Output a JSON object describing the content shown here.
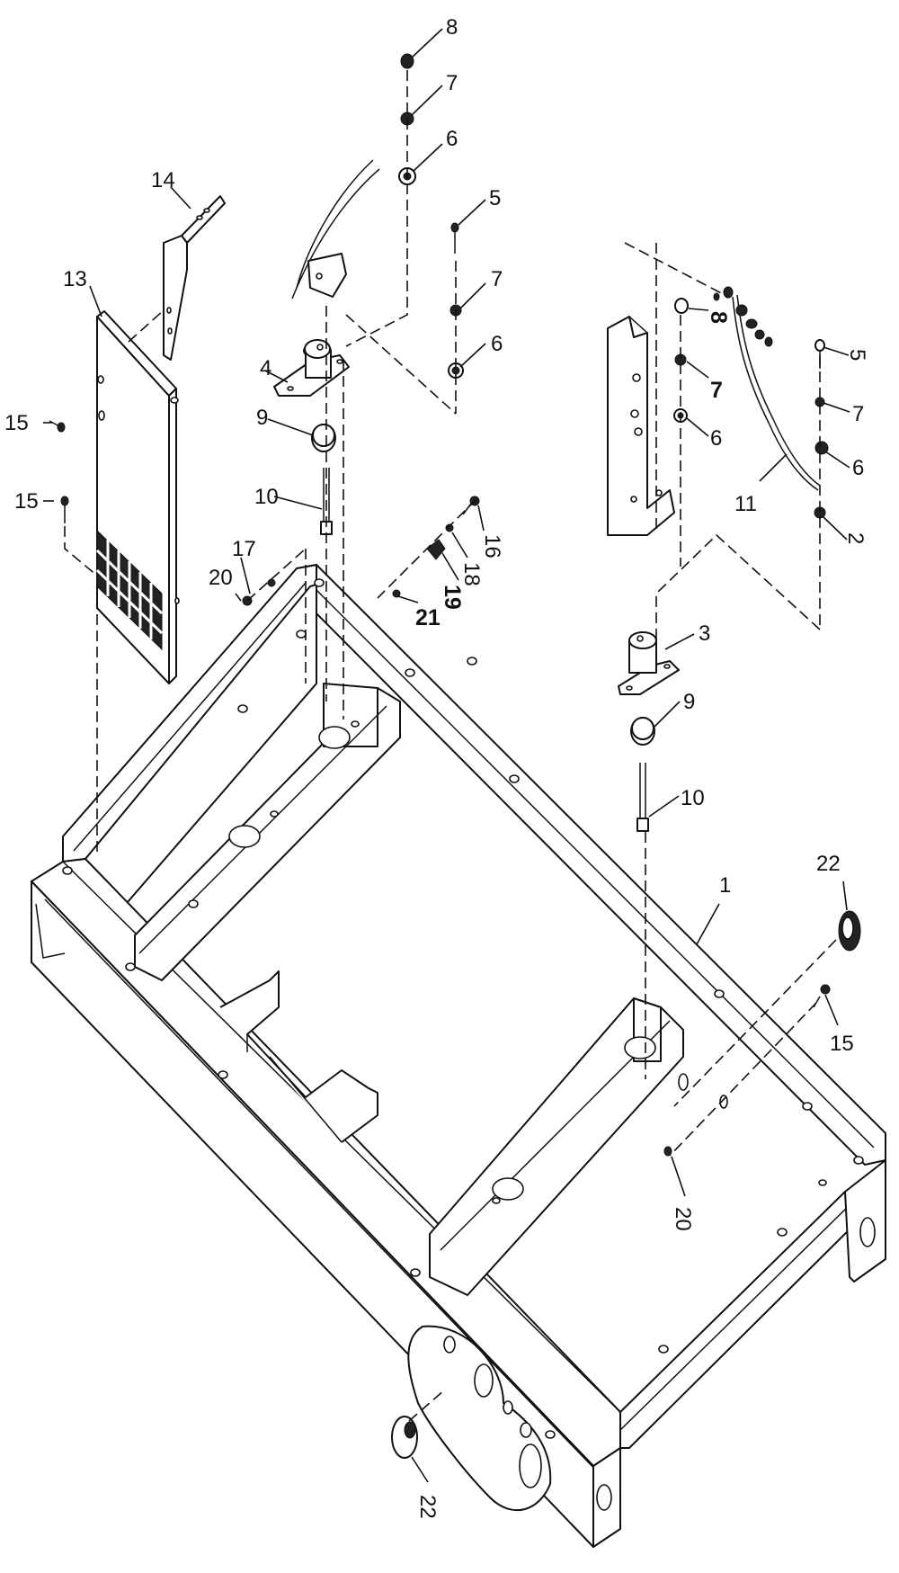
{
  "callouts": [
    {
      "id": "c1",
      "text": "1"
    },
    {
      "id": "c2",
      "text": "2"
    },
    {
      "id": "c3",
      "text": "3"
    },
    {
      "id": "c4",
      "text": "4"
    },
    {
      "id": "c5a",
      "text": "5"
    },
    {
      "id": "c5b",
      "text": "5"
    },
    {
      "id": "c6a",
      "text": "6"
    },
    {
      "id": "c6b",
      "text": "6"
    },
    {
      "id": "c6c",
      "text": "6"
    },
    {
      "id": "c6d",
      "text": "6"
    },
    {
      "id": "c7a",
      "text": "7"
    },
    {
      "id": "c7b",
      "text": "7"
    },
    {
      "id": "c7c",
      "text": "7"
    },
    {
      "id": "c7d",
      "text": "7"
    },
    {
      "id": "c8a",
      "text": "8"
    },
    {
      "id": "c8b",
      "text": "8"
    },
    {
      "id": "c9a",
      "text": "9"
    },
    {
      "id": "c9b",
      "text": "9"
    },
    {
      "id": "c10a",
      "text": "10"
    },
    {
      "id": "c10b",
      "text": "10"
    },
    {
      "id": "c11",
      "text": "11"
    },
    {
      "id": "c13",
      "text": "13"
    },
    {
      "id": "c14",
      "text": "14"
    },
    {
      "id": "c15a",
      "text": "15"
    },
    {
      "id": "c15b",
      "text": "15"
    },
    {
      "id": "c15c",
      "text": "15"
    },
    {
      "id": "c16",
      "text": "16"
    },
    {
      "id": "c17",
      "text": "17"
    },
    {
      "id": "c18",
      "text": "18"
    },
    {
      "id": "c19",
      "text": "19"
    },
    {
      "id": "c20a",
      "text": "20"
    },
    {
      "id": "c20b",
      "text": "20"
    },
    {
      "id": "c21",
      "text": "21"
    },
    {
      "id": "c22a",
      "text": "22"
    },
    {
      "id": "c22b",
      "text": "22"
    }
  ]
}
